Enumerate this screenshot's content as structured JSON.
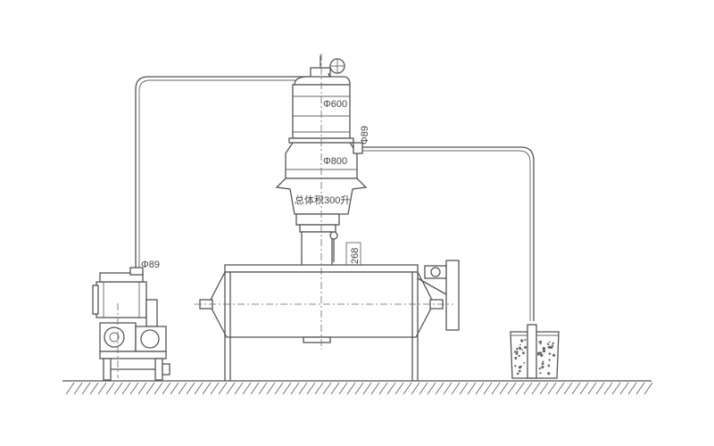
{
  "labels": {
    "dia_upper": "Φ600",
    "dia_lower": "Φ800",
    "pipe_right": "Φ89",
    "pipe_left": "Φ89",
    "volume": "总体积300升",
    "height": "268"
  },
  "colors": {
    "line": "#555555",
    "ground_hatch": "#777777",
    "background": "#ffffff"
  }
}
